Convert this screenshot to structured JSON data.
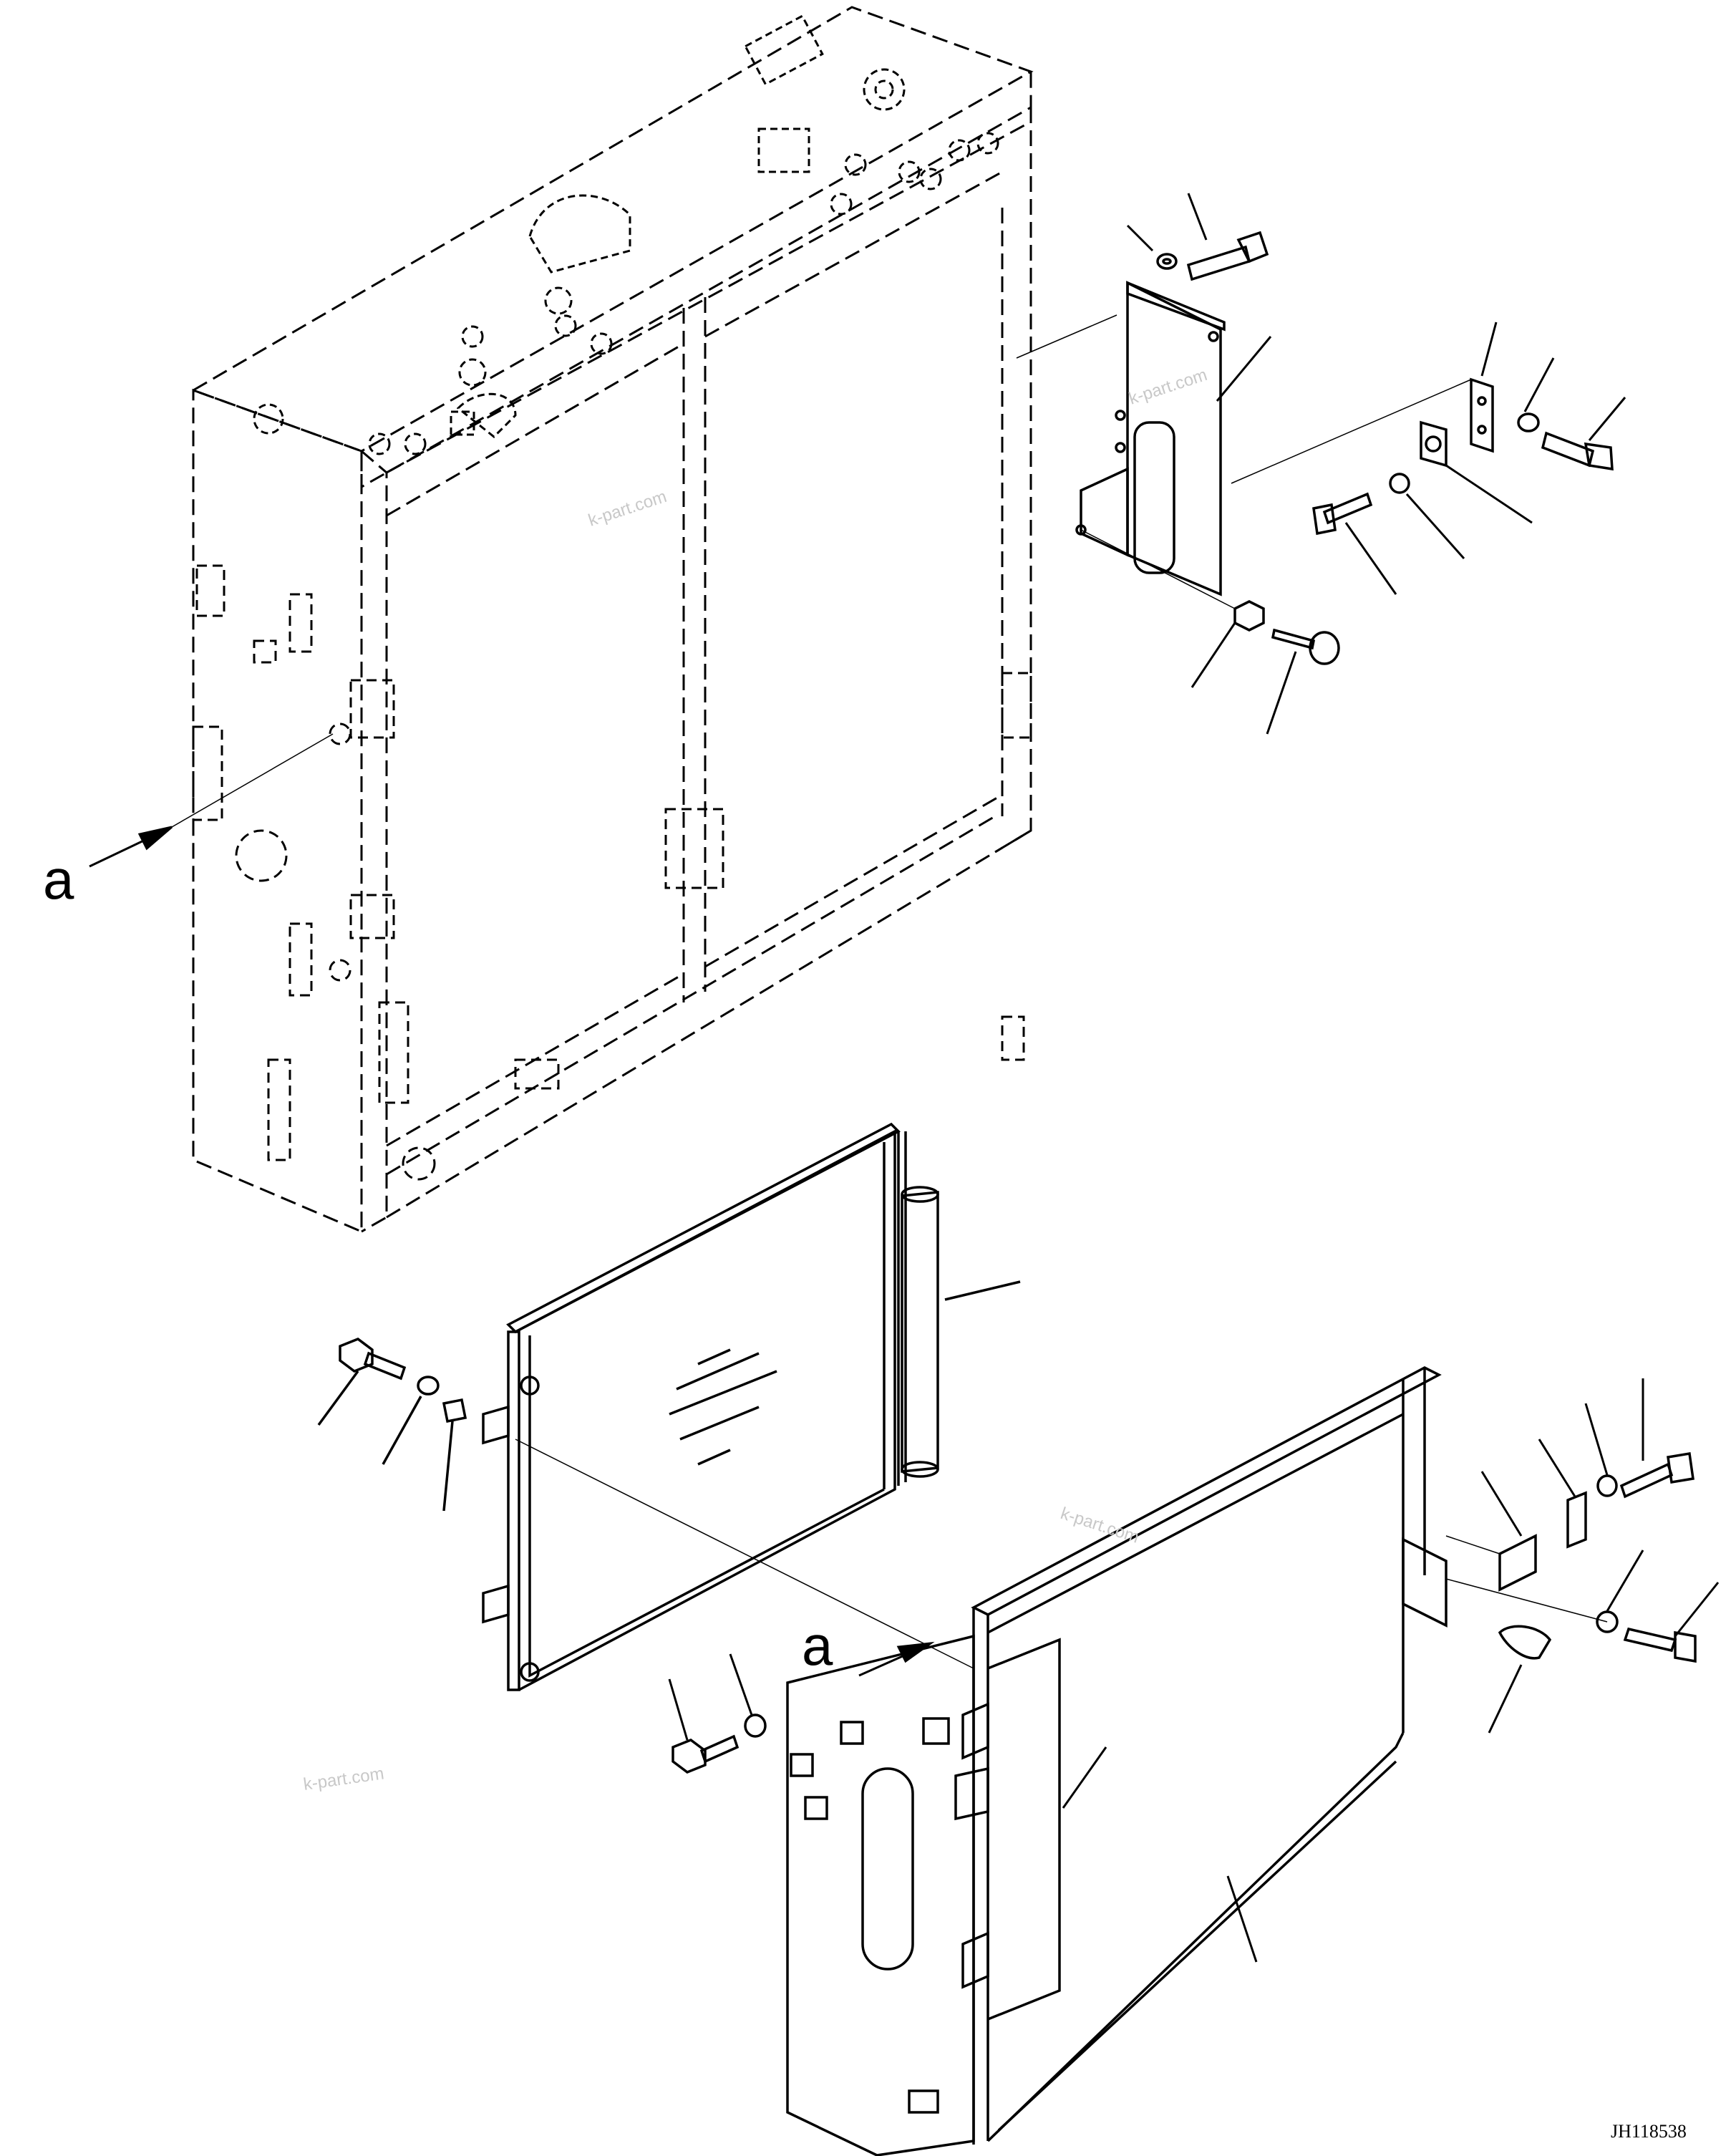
{
  "diagram": {
    "callouts": [
      "a",
      "a"
    ],
    "watermarks": [
      "k-part.com",
      "k-part.com",
      "k-part.com",
      "k-part.com"
    ],
    "drawing_code": "JH118538"
  }
}
